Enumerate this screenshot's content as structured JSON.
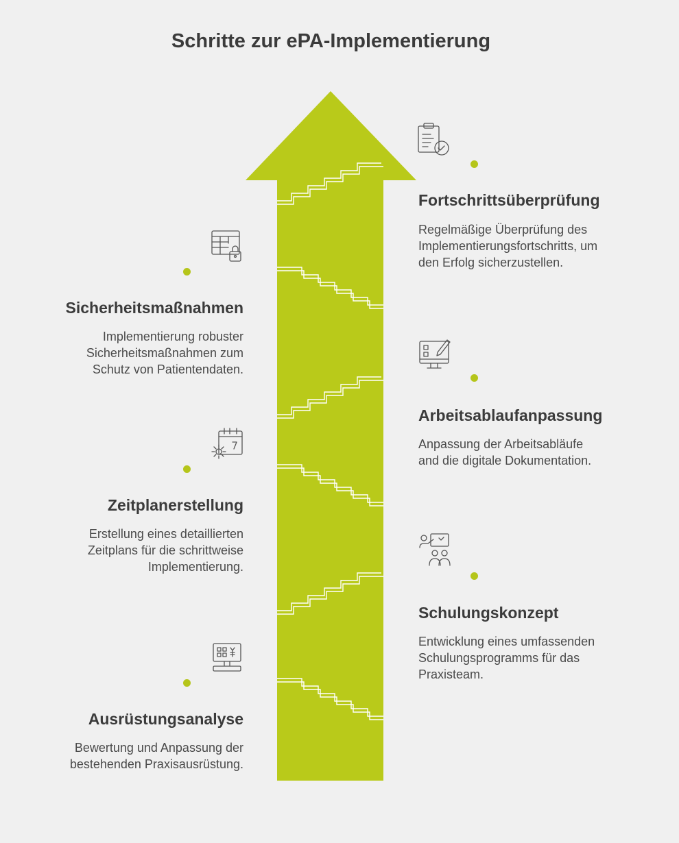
{
  "title": "Schritte zur ePA-Implementierung",
  "colors": {
    "accent": "#b5c51a",
    "background": "#f0f0f0",
    "text": "#3b3b3b"
  },
  "steps": [
    {
      "title": "Ausrüstungsanalyse",
      "description": "Bewertung und Anpassung der\nbestehenden Praxisausrüstung.",
      "icon": "computer-keyboard-icon",
      "side": "left"
    },
    {
      "title": "Schulungskonzept",
      "description": "Entwicklung eines umfassenden\nSchulungsprogramms für das\nPraxisteam.",
      "icon": "training-presentation-icon",
      "side": "right"
    },
    {
      "title": "Zeitplanerstellung",
      "description": "Erstellung eines detaillierten\nZeitplans für die schrittweise\nImplementierung.",
      "icon": "calendar-gear-icon",
      "side": "left"
    },
    {
      "title": "Arbeitsablaufanpassung",
      "description": "Anpassung der Arbeitsabläufe\nand die digitale Dokumentation.",
      "icon": "monitor-checklist-edit-icon",
      "side": "right"
    },
    {
      "title": "Sicherheitsmaßnahmen",
      "description": "Implementierung robuster\nSicherheitsmaßnahmen zum\nSchutz von Patientendaten.",
      "icon": "table-lock-icon",
      "side": "left"
    },
    {
      "title": "Fortschrittsüberprüfung",
      "description": "Regelmäßige Überprüfung des\nImplementierungsfortschritts, um\nden Erfolg sicherzustellen.",
      "icon": "clipboard-check-icon",
      "side": "right"
    }
  ]
}
